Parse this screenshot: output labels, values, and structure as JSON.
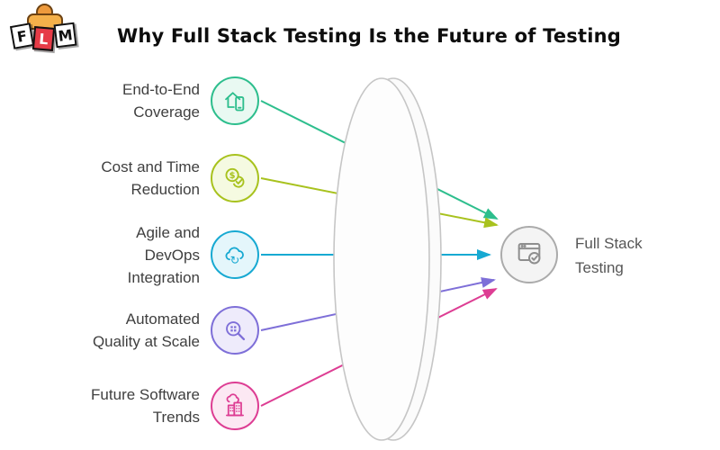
{
  "title": "Why Full Stack Testing Is the Future of Testing",
  "logo": {
    "letters": [
      "F",
      "L",
      "M"
    ]
  },
  "items": [
    {
      "id": "end-to-end-coverage",
      "label": [
        "End-to-End",
        "Coverage"
      ],
      "icon": "house-mobile-icon",
      "color": "#2DBE8D"
    },
    {
      "id": "cost-time-reduction",
      "label": [
        "Cost and Time",
        "Reduction"
      ],
      "icon": "dollar-check-icon",
      "color": "#A8C21E"
    },
    {
      "id": "agile-devops-integration",
      "label": [
        "Agile and",
        "DevOps",
        "Integration"
      ],
      "icon": "cloud-sync-icon",
      "color": "#17A9D2"
    },
    {
      "id": "automated-quality-scale",
      "label": [
        "Automated",
        "Quality at Scale"
      ],
      "icon": "search-grid-icon",
      "color": "#7E6FD8"
    },
    {
      "id": "future-software-trends",
      "label": [
        "Future Software",
        "Trends"
      ],
      "icon": "city-cloud-icon",
      "color": "#DD3D93"
    }
  ],
  "result": {
    "label": [
      "Full Stack",
      "Testing"
    ],
    "icon": "browser-check-icon",
    "color": "#8E8E8E"
  }
}
